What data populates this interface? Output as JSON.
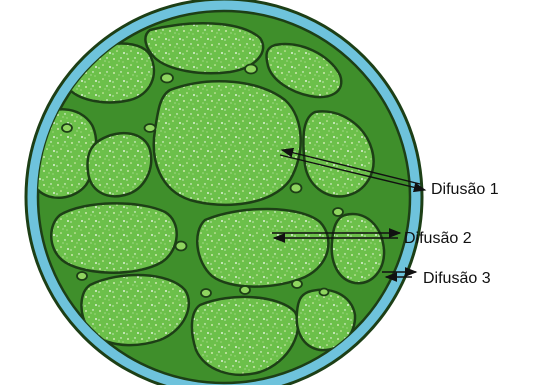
{
  "labels": {
    "diffusion_1": "Difusão 1",
    "diffusion_2": "Difusão 2",
    "diffusion_3": "Difusão 3"
  },
  "colors": {
    "membrane": "#6ec3dc",
    "cell_fill": "#6cc04a",
    "outline": "#1d3f16",
    "text": "#111111"
  }
}
